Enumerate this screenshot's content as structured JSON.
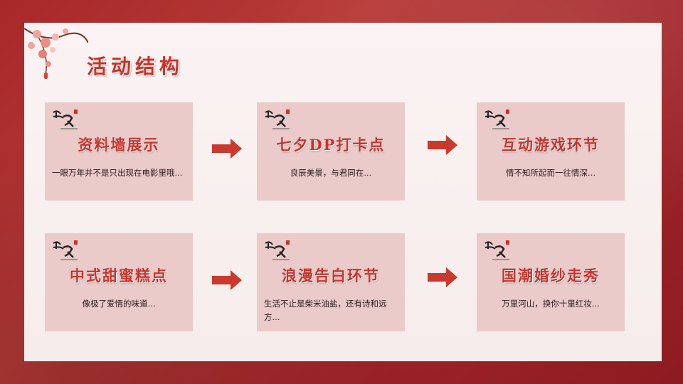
{
  "header": {
    "title": "活动结构"
  },
  "cards": [
    {
      "title": "资料墙展示",
      "desc": "一眼万年并不是只出现在电影里哦..."
    },
    {
      "title": "七夕DP打卡点",
      "desc": "良辰美景，与君同在..."
    },
    {
      "title": "互动游戏环节",
      "desc": "情不知所起而一往情深..."
    },
    {
      "title": "中式甜蜜糕点",
      "desc": "像极了爱情的味道..."
    },
    {
      "title": "浪漫告白环节",
      "desc": "生活不止是柴米油盐，还有诗和远方..."
    },
    {
      "title": "国潮婚纱走秀",
      "desc": "万里河山，换你十里红妆..."
    }
  ],
  "colors": {
    "accent": "#c8332a",
    "card_bg": "#ebcaca",
    "arrow": "#c8392e",
    "frame": "#a8282a"
  },
  "icons": {
    "logo": "qixi-calligraphy-logo-icon",
    "arrow": "right-arrow-icon",
    "decoration": "plum-blossom-icon"
  }
}
